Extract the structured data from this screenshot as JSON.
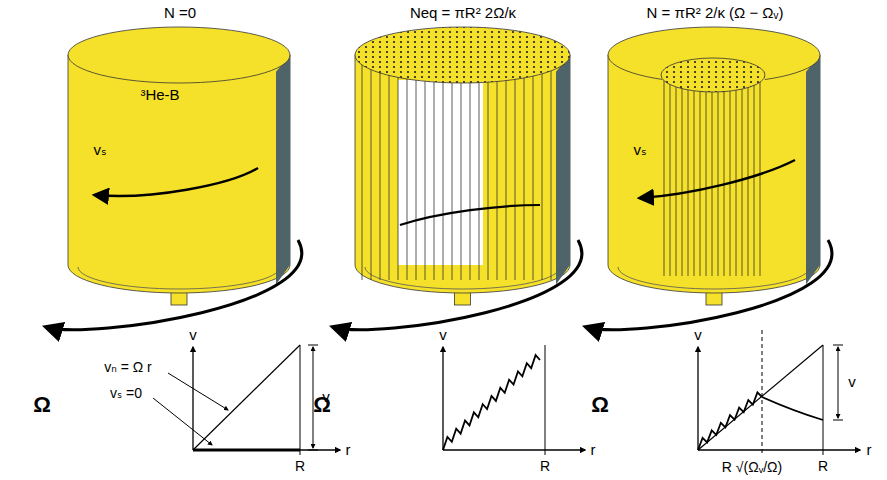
{
  "diagram": {
    "nodes": [
      {
        "text": [
          "N =0",
          "³He-B",
          "vₛ"
        ]
      },
      {
        "text": [
          "Neq = πR² 2Ω/κ"
        ]
      },
      {
        "text": [
          "N = πR² 2/κ (Ω − Ωᵥ)",
          "vₛ"
        ]
      }
    ],
    "labels": [
      "Ω",
      "Ω",
      "Ω",
      "v",
      "r",
      "R",
      "vₙ = Ω r",
      "vₛ =0",
      "v",
      "v",
      "r",
      "R",
      "v",
      "r",
      "R",
      "v",
      "R √(Ωᵥ/Ω)"
    ]
  }
}
